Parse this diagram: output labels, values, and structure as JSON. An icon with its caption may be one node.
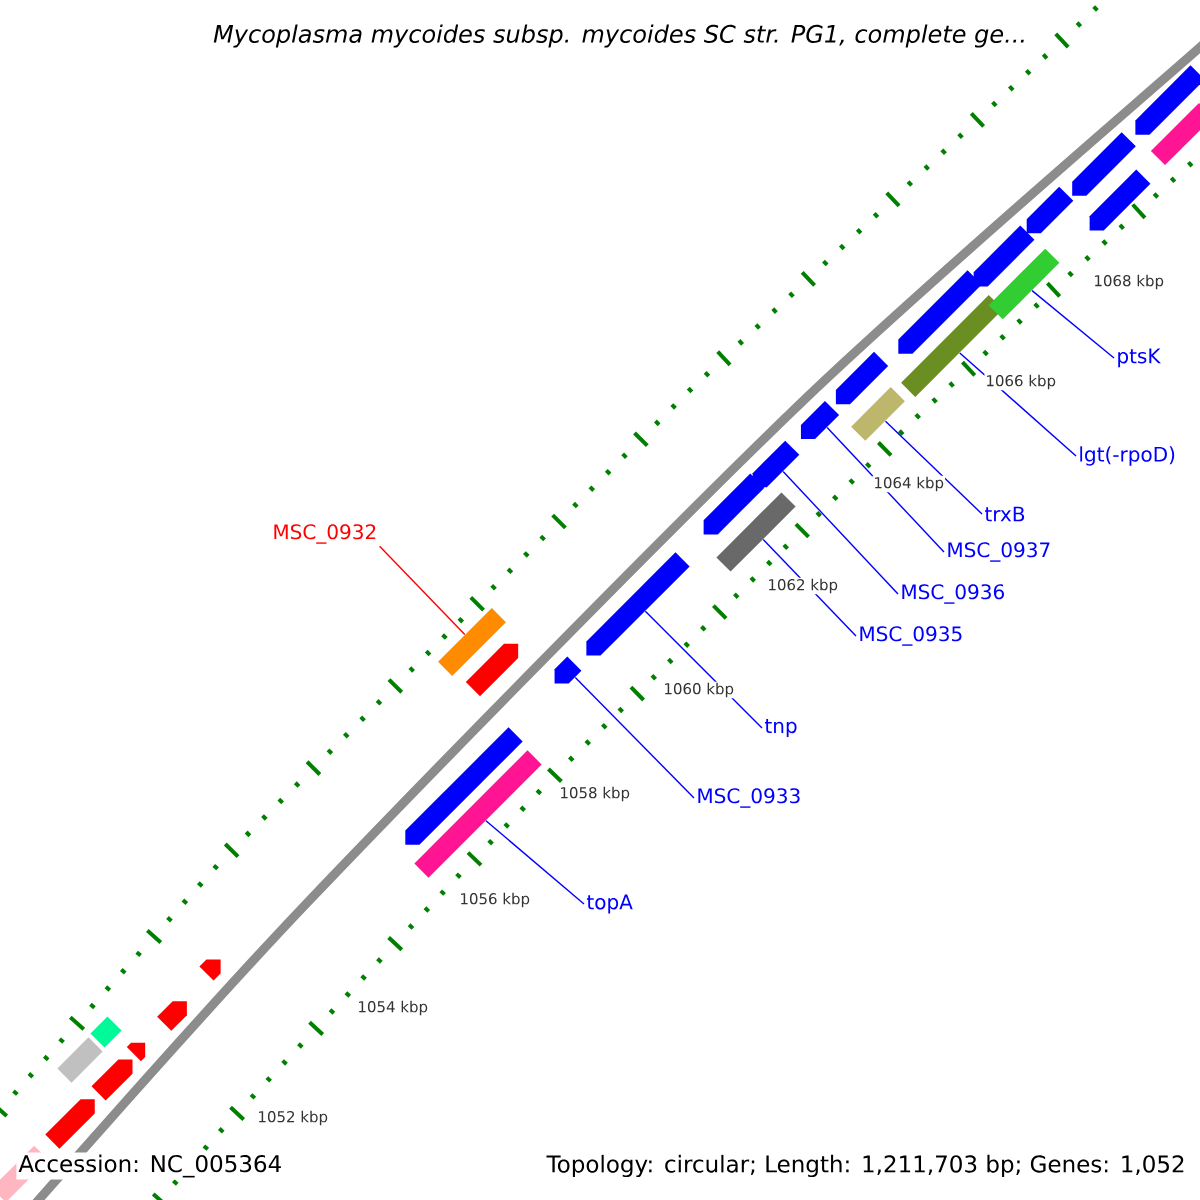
{
  "diagram": {
    "title": "Mycoplasma mycoides subsp. mycoides SC str. PG1, complete ge...",
    "nodes": [
      {
        "text": [
          "MSC_0932"
        ]
      },
      {
        "text": [
          "topA"
        ]
      },
      {
        "text": [
          "MSC_0933"
        ]
      },
      {
        "text": [
          "tnp"
        ]
      },
      {
        "text": [
          "MSC_0935"
        ]
      },
      {
        "text": [
          "MSC_0936"
        ]
      },
      {
        "text": [
          "MSC_0937"
        ]
      },
      {
        "text": [
          "trxB"
        ]
      },
      {
        "text": [
          "lgt(-rpoD)"
        ]
      },
      {
        "text": [
          "ptsK"
        ]
      },
      {
        "text": [],
        "shape": "bar"
      },
      {
        "text": [],
        "shape": "bar"
      },
      {
        "text": [],
        "shape": "arrow"
      },
      {
        "text": [],
        "shape": "arrow"
      },
      {
        "text": [],
        "shape": "bar"
      },
      {
        "text": [],
        "shape": "arrow"
      },
      {
        "text": [],
        "shape": "arrow"
      },
      {
        "text": [],
        "shape": "bar"
      },
      {
        "text": [],
        "shape": "bar"
      },
      {
        "text": [],
        "shape": "bar"
      },
      {
        "text": [],
        "shape": "arrow"
      },
      {
        "text": [],
        "shape": "arrow"
      },
      {
        "text": [],
        "shape": "arrow"
      },
      {
        "text": [],
        "shape": "arrow"
      },
      {
        "text": [],
        "shape": "arrow"
      },
      {
        "text": [],
        "shape": "arrow"
      },
      {
        "text": [],
        "shape": "arrow"
      },
      {
        "text": [],
        "shape": "arrow"
      },
      {
        "text": [],
        "shape": "arrow"
      },
      {
        "text": [],
        "shape": "bar"
      },
      {
        "text": [],
        "shape": "arrow"
      },
      {
        "text": [],
        "shape": "arrow"
      },
      {
        "text": [],
        "shape": "arrow"
      },
      {
        "text": [],
        "shape": "bar"
      },
      {
        "text": [],
        "shape": "bar"
      },
      {
        "text": [],
        "shape": "arrow"
      },
      {
        "text": [],
        "shape": "arrow"
      },
      {
        "text": [],
        "shape": "arrow"
      },
      {
        "text": [],
        "shape": "bar"
      }
    ],
    "edges": [
      {
        "from": 0,
        "to": 10,
        "arrow": "none",
        "color": "#ff0000"
      },
      {
        "from": 1,
        "to": 11,
        "arrow": "none"
      },
      {
        "from": 2,
        "to": 12,
        "arrow": "none"
      },
      {
        "from": 3,
        "to": 13,
        "arrow": "none"
      },
      {
        "from": 4,
        "to": 14,
        "arrow": "none"
      },
      {
        "from": 5,
        "to": 15,
        "arrow": "none"
      },
      {
        "from": 6,
        "to": 16,
        "arrow": "none"
      },
      {
        "from": 7,
        "to": 17,
        "arrow": "none"
      },
      {
        "from": 8,
        "to": 18,
        "arrow": "none"
      },
      {
        "from": 9,
        "to": 19,
        "arrow": "none"
      }
    ],
    "labels": [
      "1068 kbp",
      "1066 kbp",
      "1064 kbp",
      "1062 kbp",
      "1060 kbp",
      "1058 kbp",
      "1056 kbp",
      "1054 kbp",
      "1052 kbp",
      "Accession: NC_005364",
      "Topology: circular; Length: 1,211,703 bp; Genes: 1,052"
    ]
  }
}
